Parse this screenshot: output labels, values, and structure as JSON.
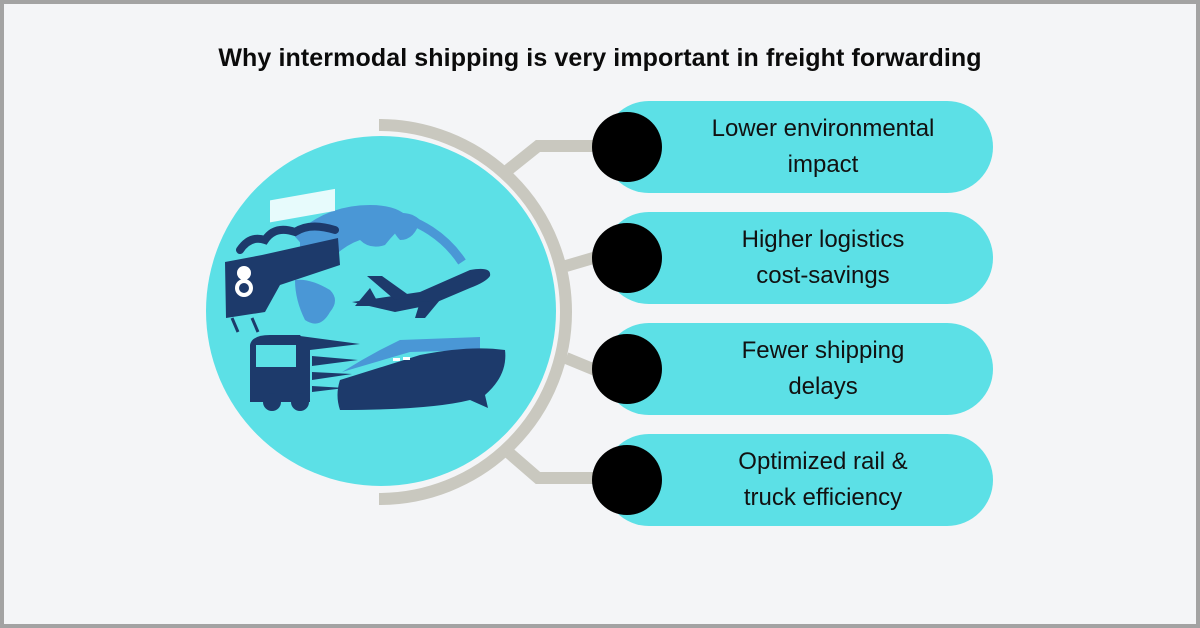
{
  "title": "Why intermodal shipping is very important in freight forwarding",
  "colors": {
    "background": "#f4f5f7",
    "frame_border": "#a3a3a3",
    "pill": "#5ce0e6",
    "circle": "#5ce0e6",
    "arc": "#c9c8bf",
    "icon_dark": "#1d3a6b",
    "icon_globe": "#4a97d6",
    "bullet": "#000000"
  },
  "illustration": {
    "label": "intermodal-transport-illustration",
    "elements": [
      "globe",
      "steam-train",
      "airplane",
      "truck",
      "cargo-ship"
    ]
  },
  "items": [
    {
      "label_line1": "Lower environmental",
      "label_line2": "impact"
    },
    {
      "label_line1": "Higher logistics",
      "label_line2": "cost-savings"
    },
    {
      "label_line1": "Fewer shipping",
      "label_line2": "delays"
    },
    {
      "label_line1": "Optimized rail &",
      "label_line2": "truck efficiency"
    }
  ]
}
